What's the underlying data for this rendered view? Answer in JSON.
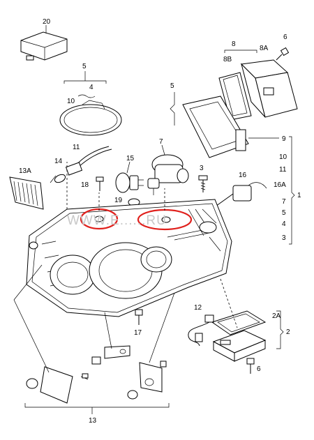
{
  "watermark": "WWW.E......RU",
  "highlight_color": "#e0201c",
  "labels": {
    "c20": "20",
    "c5_top": "5",
    "c4": "4",
    "c10": "10",
    "c11": "11",
    "c14": "14",
    "c13A": "13A",
    "c15": "15",
    "c7_top": "7",
    "c3_mid": "3",
    "c18": "18",
    "c19": "19",
    "c16": "16",
    "c16A": "16A",
    "c8": "8",
    "c8A": "8A",
    "c8B": "8B",
    "c6_top": "6",
    "c5_left": "5",
    "r9": "9",
    "r10": "10",
    "r11": "11",
    "r16A": "16A",
    "r7": "7",
    "r5": "5",
    "r4": "4",
    "r3": "3",
    "r1": "1",
    "c12": "12",
    "c2A": "2A",
    "c2": "2",
    "c6_bot": "6",
    "c17": "17",
    "c13": "13"
  }
}
